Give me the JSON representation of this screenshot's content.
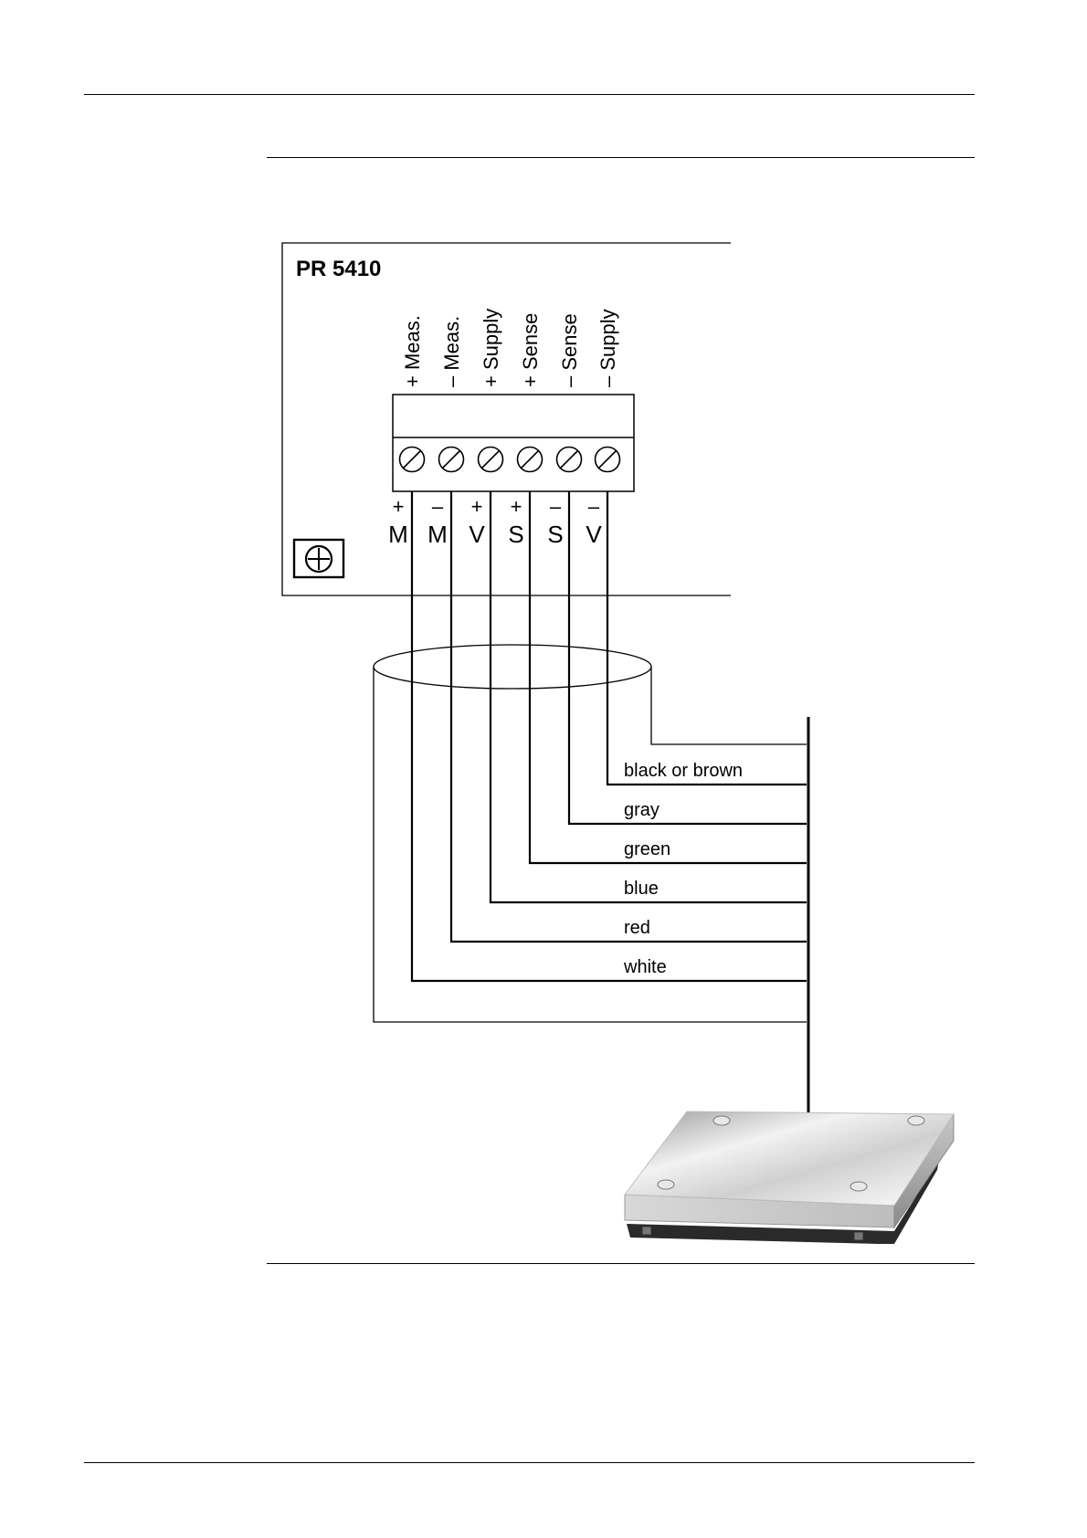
{
  "device": {
    "model": "PR 5410"
  },
  "terminals": [
    {
      "label": "+ Meas.",
      "sign": "+",
      "letter": "M"
    },
    {
      "label": "– Meas.",
      "sign": "–",
      "letter": "M"
    },
    {
      "label": "+ Supply",
      "sign": "+",
      "letter": "V"
    },
    {
      "label": "+ Sense",
      "sign": "+",
      "letter": "S"
    },
    {
      "label": "– Sense",
      "sign": "–",
      "letter": "S"
    },
    {
      "label": "– Supply",
      "sign": "–",
      "letter": "V"
    }
  ],
  "wires": [
    {
      "color_name": "black or brown"
    },
    {
      "color_name": "gray"
    },
    {
      "color_name": "green"
    },
    {
      "color_name": "blue"
    },
    {
      "color_name": "red"
    },
    {
      "color_name": "white"
    }
  ],
  "icons": {
    "ground": "ground-terminal-icon",
    "terminal_screw": "screw-terminal-icon",
    "platform": "weighing-platform-icon"
  }
}
